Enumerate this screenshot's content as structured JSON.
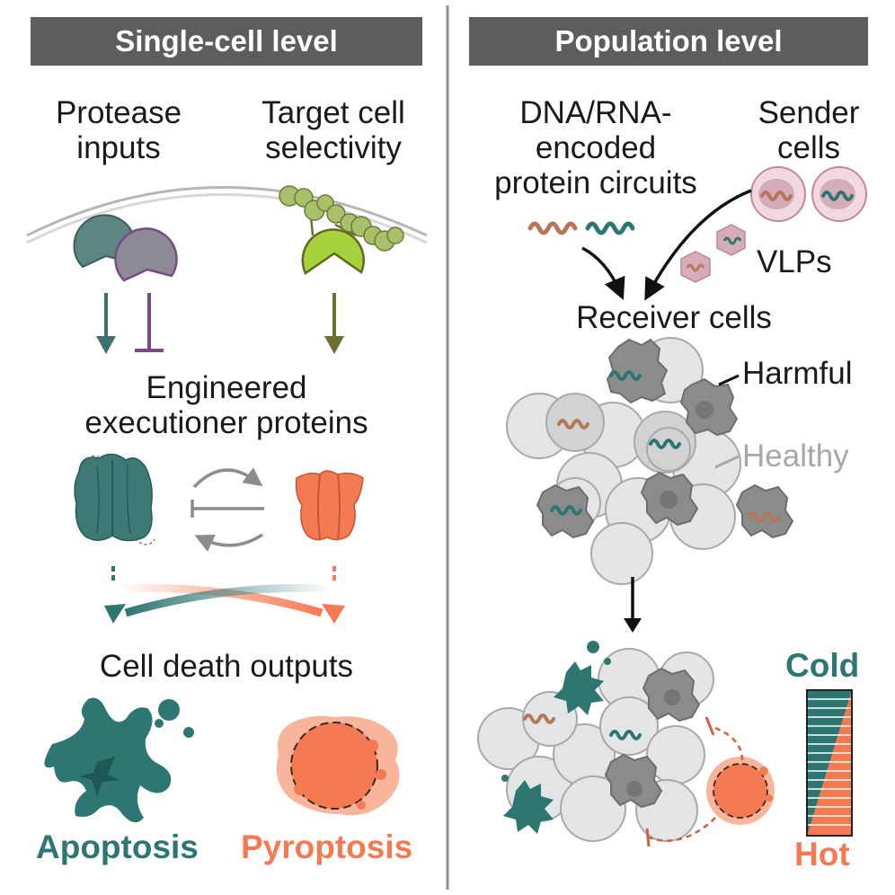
{
  "left_panel": {
    "header": "Single-cell level",
    "protease_label": [
      "Protease",
      "inputs"
    ],
    "selectivity_label": [
      "Target cell",
      "selectivity"
    ],
    "executioner_label": [
      "Engineered",
      "executioner proteins"
    ],
    "outputs_label": "Cell death outputs",
    "apoptosis_label": "Apoptosis",
    "pyroptosis_label": "Pyroptosis"
  },
  "right_panel": {
    "header": "Population level",
    "circuits_label": [
      "DNA/RNA-",
      "encoded",
      "protein circuits"
    ],
    "sender_label": [
      "Sender",
      "cells"
    ],
    "vlps_label": "VLPs",
    "receiver_label": "Receiver cells",
    "harmful_label": "Harmful",
    "healthy_label": "Healthy",
    "cold_label": "Cold",
    "hot_label": "Hot"
  },
  "colors": {
    "teal": "#2e7672",
    "orange": "#f47a52",
    "purple": "#7a4a87",
    "olive": "#6d6f2e",
    "header_bg": "#5b5d5e",
    "healthy_gray": "#a6a8aa",
    "brown_rna": "#b5775a"
  }
}
